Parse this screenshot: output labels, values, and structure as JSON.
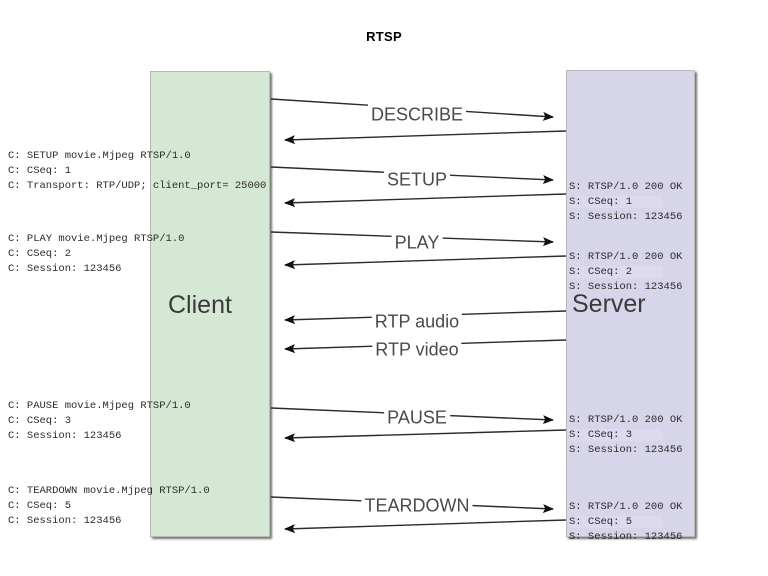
{
  "title": "RTSP",
  "lifelines": {
    "client": {
      "label": "Client",
      "color": "#d5e8d4"
    },
    "server": {
      "label": "Server",
      "color": "#d7d5ea"
    }
  },
  "messages": [
    {
      "label": "DESCRIBE",
      "direction": "client-to-server"
    },
    {
      "label": "SETUP",
      "direction": "client-to-server"
    },
    {
      "label": "PLAY",
      "direction": "client-to-server"
    },
    {
      "label": "RTP audio",
      "direction": "server-to-client"
    },
    {
      "label": "RTP video",
      "direction": "server-to-client"
    },
    {
      "label": "PAUSE",
      "direction": "client-to-server"
    },
    {
      "label": "TEARDOWN",
      "direction": "client-to-server"
    }
  ],
  "client_notes": [
    {
      "id": "setup",
      "lines": [
        "C: SETUP movie.Mjpeg RTSP/1.0",
        "C: CSeq: 1",
        "C: Transport: RTP/UDP; client_port= 25000"
      ]
    },
    {
      "id": "play",
      "lines": [
        "C: PLAY movie.Mjpeg RTSP/1.0",
        "C: CSeq: 2",
        "C: Session: 123456"
      ]
    },
    {
      "id": "pause",
      "lines": [
        "C: PAUSE movie.Mjpeg RTSP/1.0",
        "C: CSeq: 3",
        "C: Session: 123456"
      ]
    },
    {
      "id": "teardown",
      "lines": [
        "C: TEARDOWN movie.Mjpeg RTSP/1.0",
        "C: CSeq: 5",
        "C: Session: 123456"
      ]
    }
  ],
  "server_notes": [
    {
      "id": "setup-reply",
      "lines": [
        "S: RTSP/1.0 200 OK",
        "S: CSeq: 1",
        "S: Session: 123456"
      ]
    },
    {
      "id": "play-reply",
      "lines": [
        "S: RTSP/1.0 200 OK",
        "S: CSeq: 2",
        "S: Session: 123456"
      ]
    },
    {
      "id": "pause-reply",
      "lines": [
        "S: RTSP/1.0 200 OK",
        "S: CSeq: 3",
        "S: Session: 123456"
      ]
    },
    {
      "id": "teardown-reply",
      "lines": [
        "S: RTSP/1.0 200 OK",
        "S: CSeq: 5",
        "S: Session: 123456"
      ]
    }
  ]
}
